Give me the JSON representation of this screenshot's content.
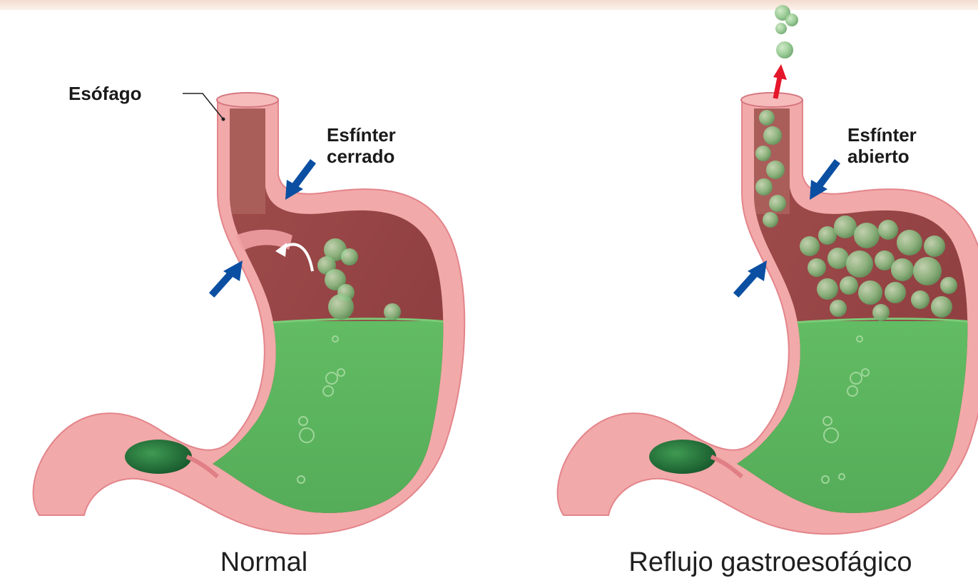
{
  "labels": {
    "esophagus": "Esófago",
    "sphincter_closed_line1": "Esfínter",
    "sphincter_closed_line2": "cerrado",
    "sphincter_open_line1": "Esfínter",
    "sphincter_open_line2": "abierto"
  },
  "captions": {
    "normal": "Normal",
    "reflux": "Reflujo gastroesofágico"
  },
  "colors": {
    "wall": "#f2a9a9",
    "wall_dark": "#e07f86",
    "inner_chamber": "#9a4848",
    "gastric_fluid": "#5bb55f",
    "bubble": "#8dc88a",
    "arrow_blue": "#0b4fa2",
    "arrow_red": "#e5172b"
  }
}
